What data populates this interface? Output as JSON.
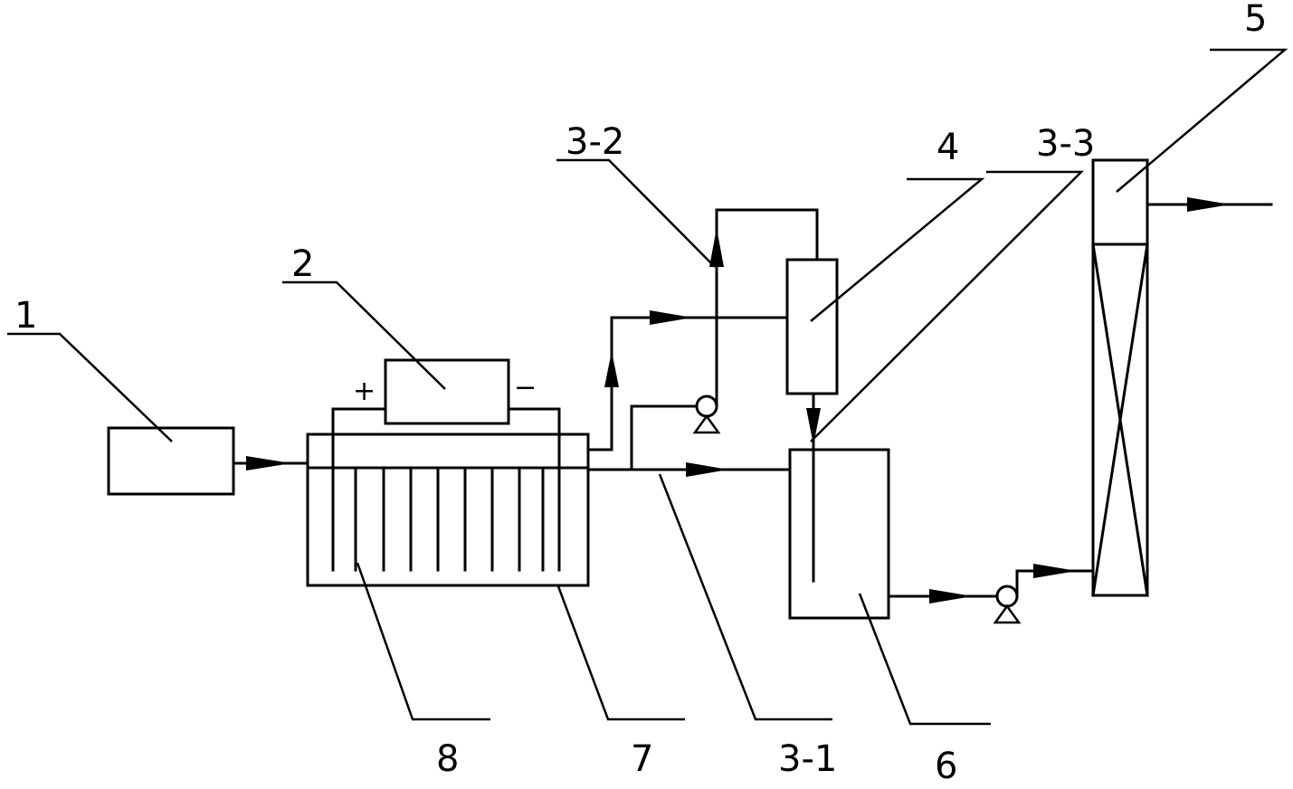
{
  "labels": {
    "l1": "1",
    "l2": "2",
    "l3_1": "3-1",
    "l3_2": "3-2",
    "l3_3": "3-3",
    "l4": "4",
    "l5": "5",
    "l6": "6",
    "l7": "7",
    "l8": "8"
  },
  "power": {
    "plus": "+",
    "minus": "−"
  }
}
